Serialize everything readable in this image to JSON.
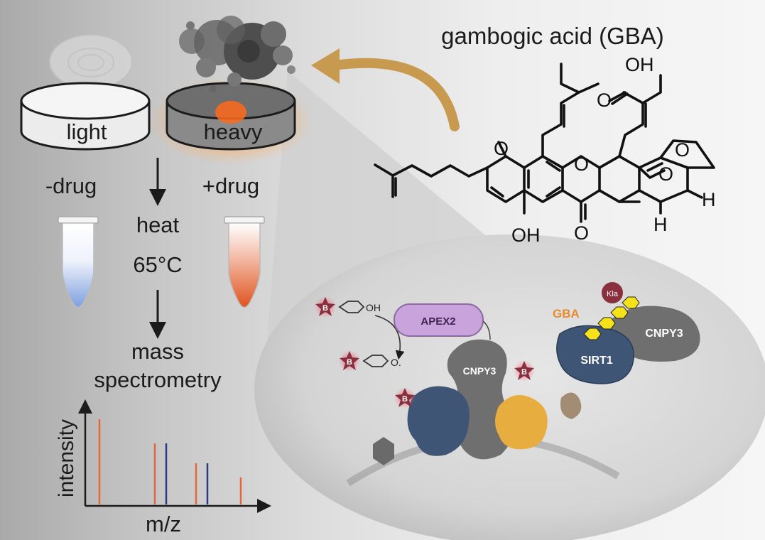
{
  "title": "gambogic acid (GBA)",
  "dishes": {
    "light": "light",
    "heavy": "heavy"
  },
  "conditions": {
    "minus_drug": "-drug",
    "plus_drug": "+drug"
  },
  "steps": {
    "heat": "heat",
    "temperature": "65°C",
    "ms_line1": "mass",
    "ms_line2": "spectrometry"
  },
  "spectrum": {
    "ylabel": "intensity",
    "xlabel": "m/z"
  },
  "molecule_atoms": {
    "oh_top": "OH",
    "o_acid": "O",
    "o_ring1": "O",
    "o_ring2": "O",
    "o_bridge": "O",
    "o_ketone": "O",
    "o_lactone": "O",
    "oh_phenol": "OH",
    "h1": "H",
    "h2": "H"
  },
  "cell_labels": {
    "apex2": "APEX2",
    "cnpy3_left": "CNPY3",
    "cnpy3_right": "CNPY3",
    "sirt1": "SIRT1",
    "gba": "GBA",
    "kla": "Kla",
    "biotin": "B",
    "oh": "OH",
    "o_radical": "O."
  },
  "colors": {
    "orange": "#e8663a",
    "blue": "#2c3a86",
    "gba_orange": "#e88a2e",
    "apex_purple": "#c9a3dc",
    "protein_gray": "#6f6f6f",
    "dark_blue": "#3e5575",
    "yellow_protein": "#e8ad3f",
    "biotin_red": "#8a2f3e",
    "arrow_gold": "#c89a4f"
  }
}
